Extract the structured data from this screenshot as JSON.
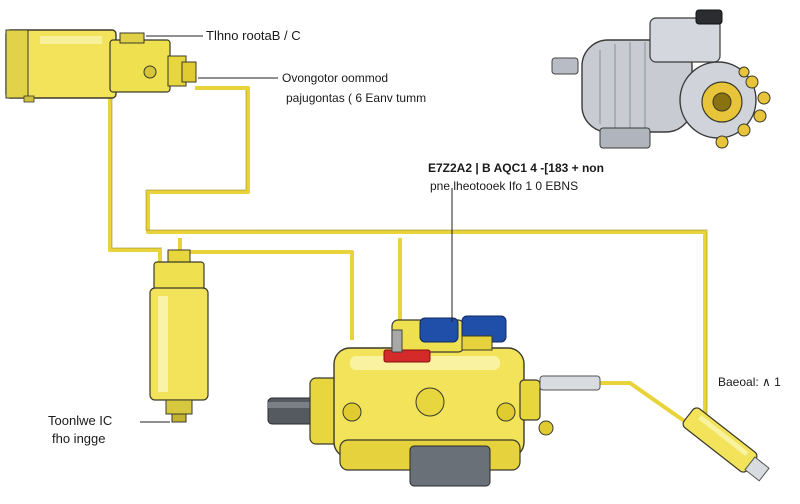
{
  "labels": {
    "top_tag": "Tlhno rootaB / C",
    "middle_line1": "Ovongotor oommod",
    "middle_line2": "pajugontas  ( 6 Eanv tumm",
    "center_line1": "E7Z2A2 | B AQC1 4 -[183 + non",
    "center_line2": "pne lheotooek Ifo 1 0 EBNS",
    "right_tag": "Baeoal: ∧ 1",
    "left_line1": "Toonlwe IC",
    "left_line2": "fho ingge"
  },
  "colors": {
    "body_yellow": "#f2e35a",
    "pipe_yellow": "#e8d43a",
    "outline": "#3a3a2a",
    "fitting_blue": "#1f4fa8",
    "fitting_red": "#d42a2a",
    "shaft_gray": "#555a60",
    "motor_gray": "#c8ccd2"
  }
}
